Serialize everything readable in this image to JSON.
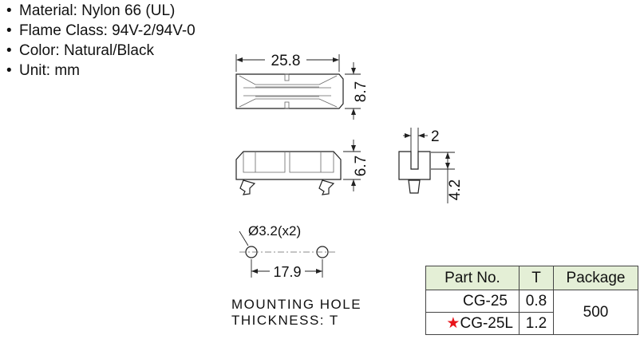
{
  "specs": [
    "Material: Nylon 66 (UL)",
    "Flame Class: 94V-2/94V-0",
    "Color: Natural/Black",
    "Unit: mm"
  ],
  "bullet": "•",
  "dimensions": {
    "length": "25.8",
    "width": "8.7",
    "height": "6.7",
    "slot": "2",
    "side_height": "4.2",
    "hole": "Ø3.2(x2)",
    "hole_spacing": "17.9"
  },
  "note": [
    "MOUNTING HOLE",
    "THICKNESS: T"
  ],
  "table": {
    "headers": [
      "Part No.",
      "T",
      "Package"
    ],
    "rows": [
      {
        "part": "CG-25",
        "t": "0.8",
        "star": false
      },
      {
        "part": "CG-25L",
        "t": "1.2",
        "star": true
      }
    ],
    "package": "500",
    "star_symbol": "★",
    "header_bg": "#e4efd6",
    "star_color": "#e8141b"
  }
}
